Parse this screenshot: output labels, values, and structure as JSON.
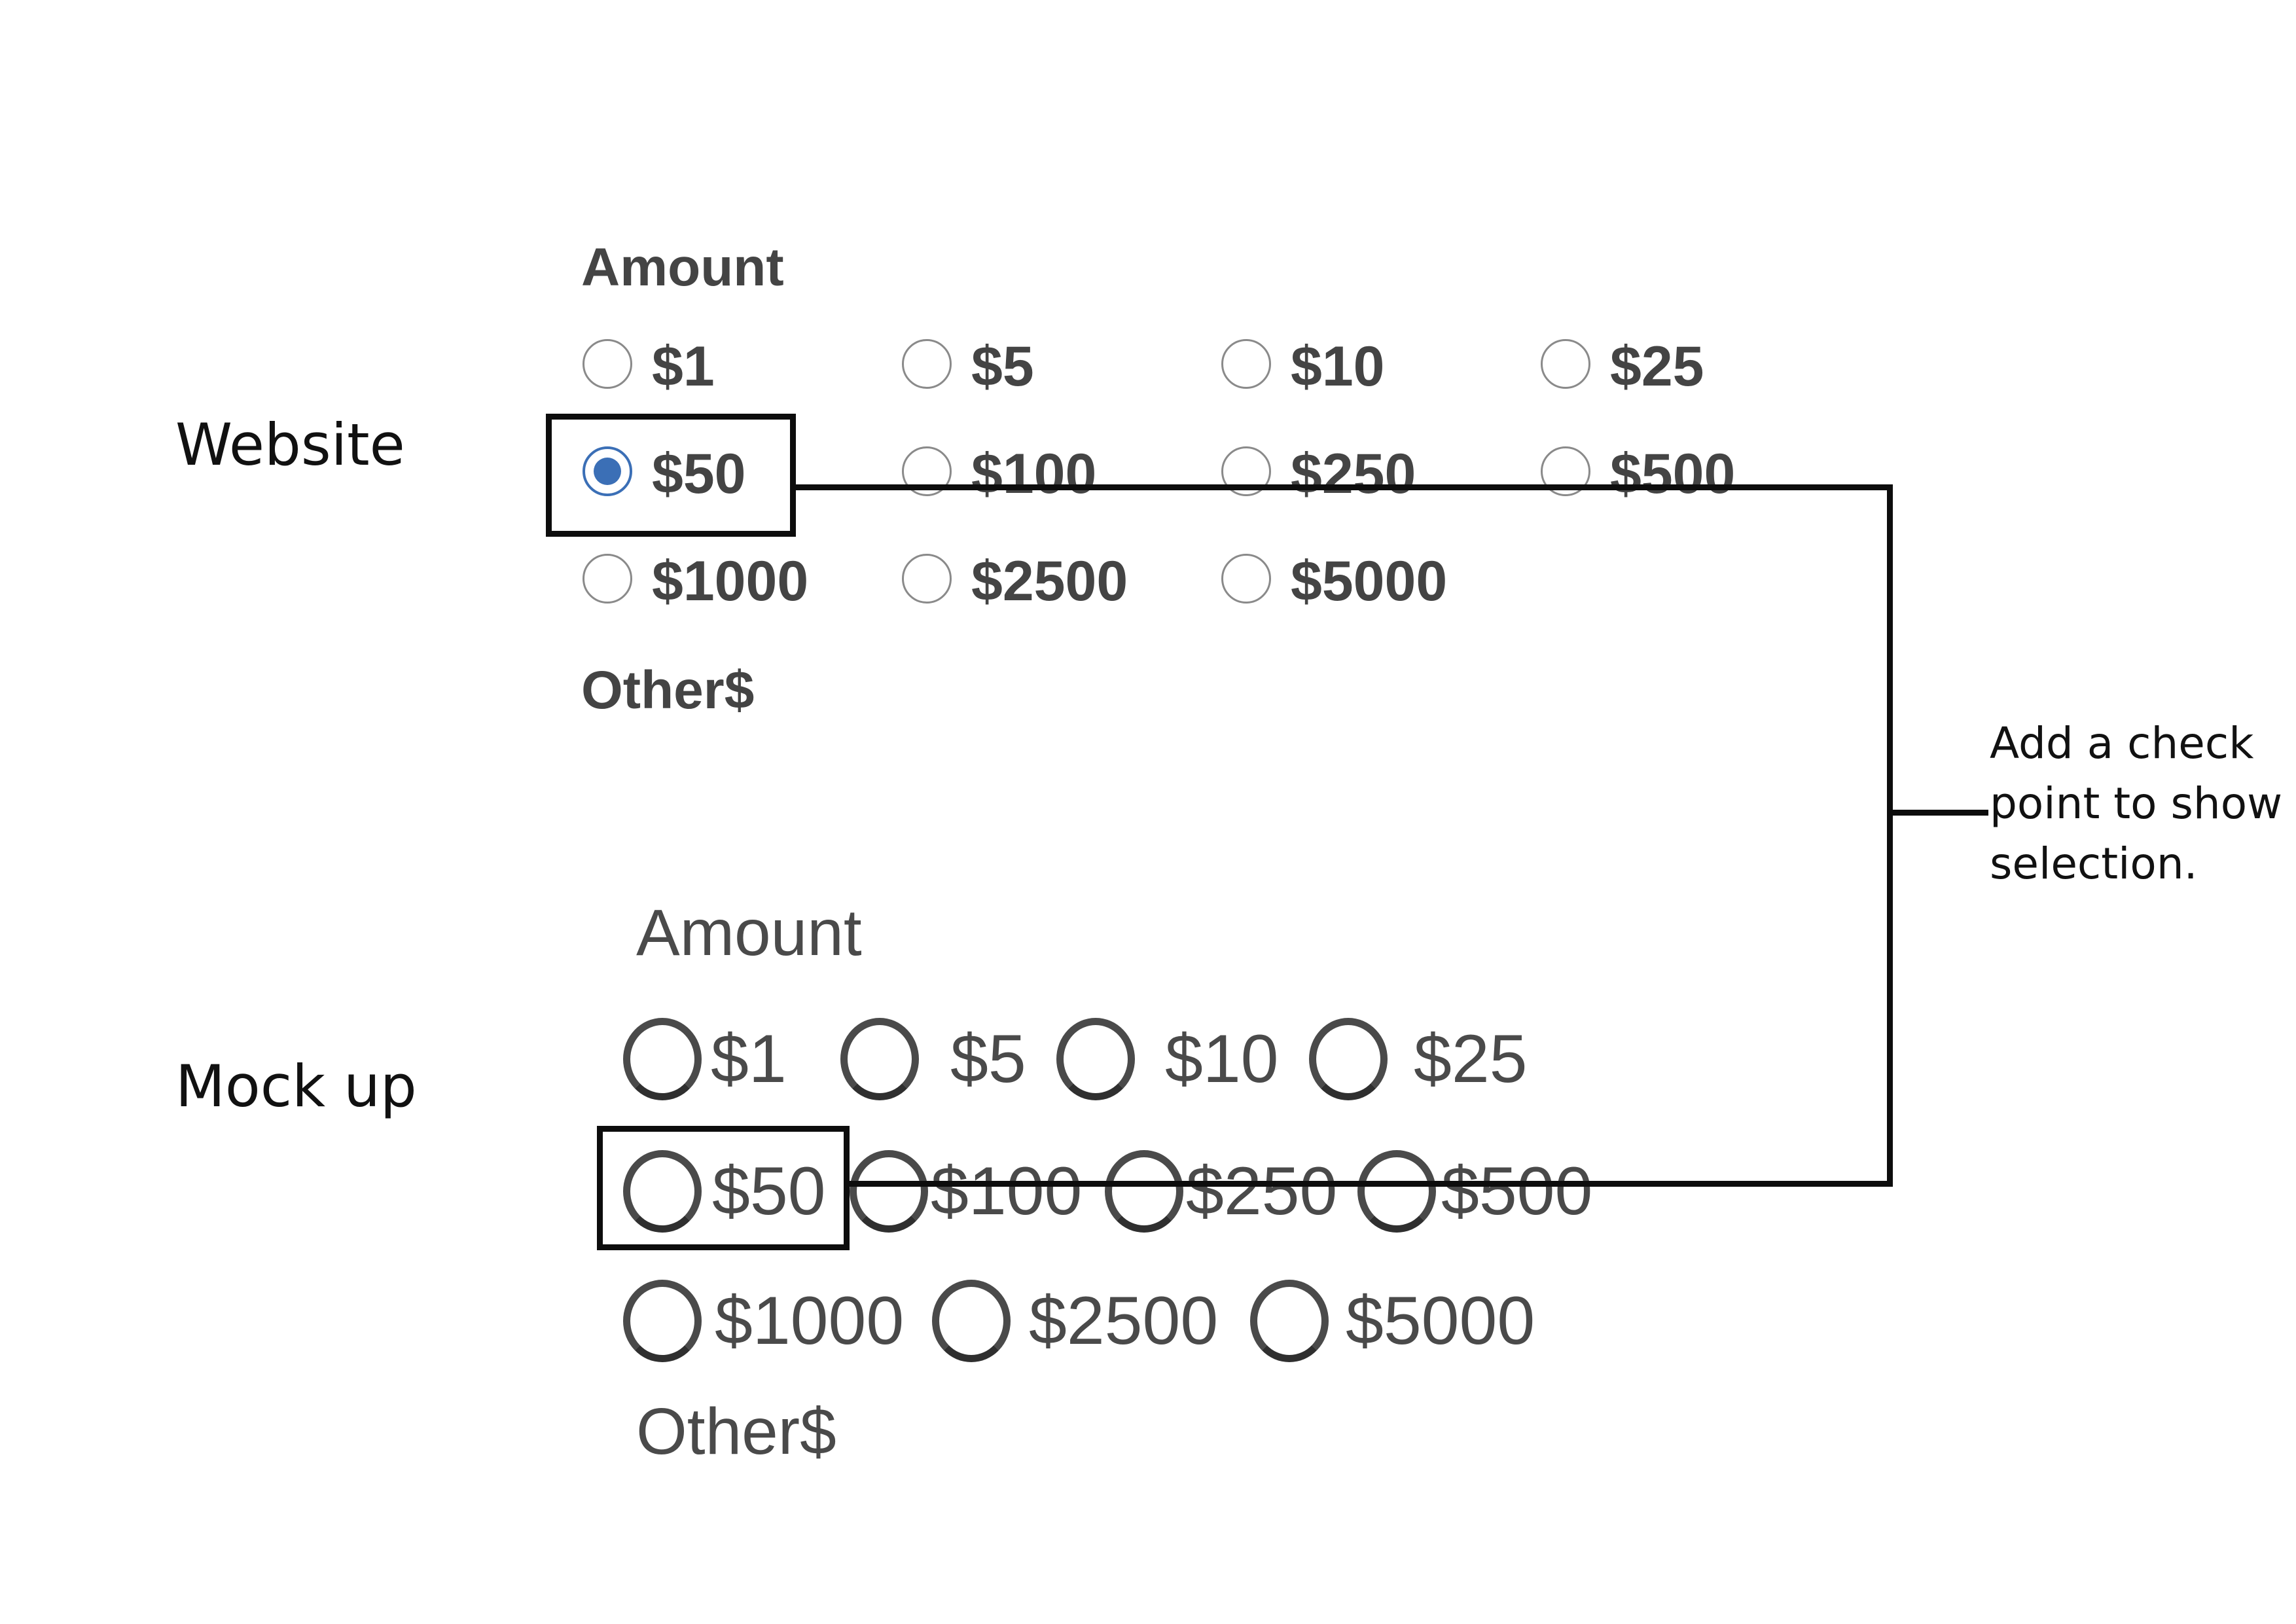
{
  "labels": {
    "website": "Website",
    "mockup": "Mock up"
  },
  "website": {
    "heading": "Amount",
    "options": [
      "$1",
      "$5",
      "$10",
      "$25",
      "$50",
      "$100",
      "$250",
      "$500",
      "$1000",
      "$2500",
      "$5000"
    ],
    "selected": "$50",
    "other": "Other$",
    "radio_accent": "#3b6fb6"
  },
  "mockup": {
    "heading": "Amount",
    "options": [
      "$1",
      "$5",
      "$10",
      "$25",
      "$50",
      "$100",
      "$250",
      "$500",
      "$1000",
      "$2500",
      "$5000"
    ],
    "other": "Other$"
  },
  "annotation": {
    "lines": [
      "Add a check",
      "point to show",
      "selection."
    ]
  }
}
